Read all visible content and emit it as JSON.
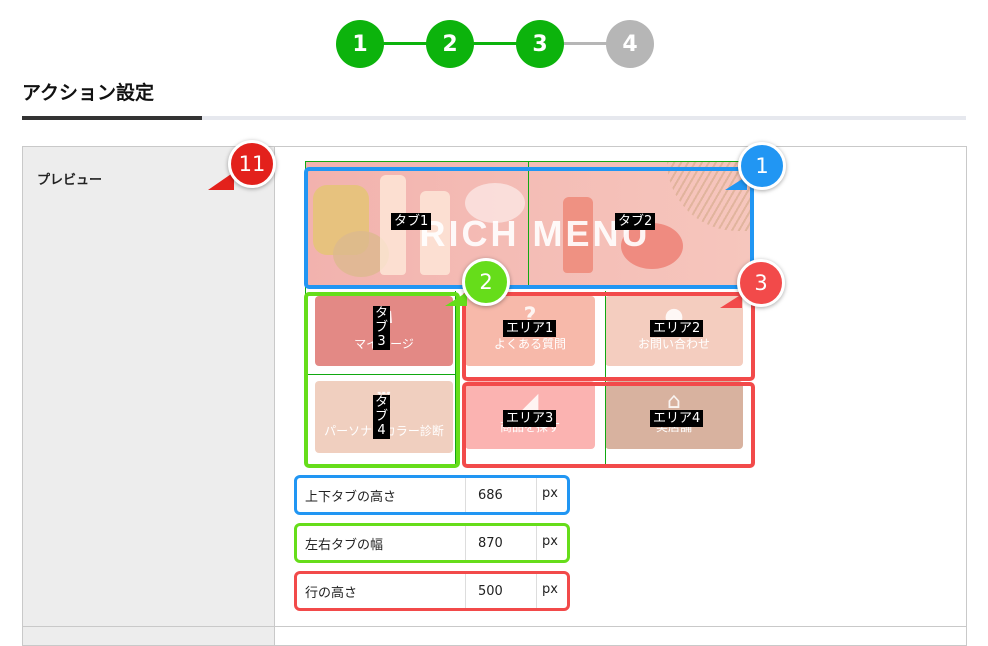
{
  "stepper": {
    "steps": [
      "1",
      "2",
      "3",
      "4"
    ],
    "active_color": "#0cb30c",
    "inactive_color": "#b6b6b6"
  },
  "section_title": "アクション設定",
  "preview_label": "プレビュー",
  "preview": {
    "banner_text": "RICH MENU",
    "cells": [
      {
        "label": "マイページ",
        "icon": "user-icon",
        "color": "#e38985"
      },
      {
        "label": "よくある質問",
        "icon": "question-icon",
        "color": "#f7b9aa"
      },
      {
        "label": "お問い合わせ",
        "icon": "chat-icon",
        "color": "#f4cdbf"
      },
      {
        "label": "パーソナルカラー診断",
        "icon": "brush-icon",
        "color": "#f0cfbf"
      },
      {
        "label": "商品を探す",
        "icon": "megaphone-icon",
        "color": "#fbb3b1"
      },
      {
        "label": "実店舗",
        "icon": "store-icon",
        "color": "#d8b29f"
      }
    ],
    "tags": {
      "tab1": "タブ1",
      "tab2": "タブ2",
      "tab3": [
        "タ",
        "ブ",
        "3"
      ],
      "tab4": [
        "タ",
        "ブ",
        "4"
      ],
      "area1": "エリア1",
      "area2": "エリア2",
      "area3": "エリア3",
      "area4": "エリア4"
    }
  },
  "badges": {
    "b11": {
      "label": "11",
      "color": "#e3211c"
    },
    "b1": {
      "label": "1",
      "color": "#2196f3"
    },
    "b2": {
      "label": "2",
      "color": "#66dd1a"
    },
    "b3": {
      "label": "3",
      "color": "#f24a4a"
    }
  },
  "fields": [
    {
      "label": "上下タブの高さ",
      "value": "686",
      "unit": "px",
      "color": "#2196f3"
    },
    {
      "label": "左右タブの幅",
      "value": "870",
      "unit": "px",
      "color": "#66dd1a"
    },
    {
      "label": "行の高さ",
      "value": "500",
      "unit": "px",
      "color": "#f24a4a"
    }
  ]
}
